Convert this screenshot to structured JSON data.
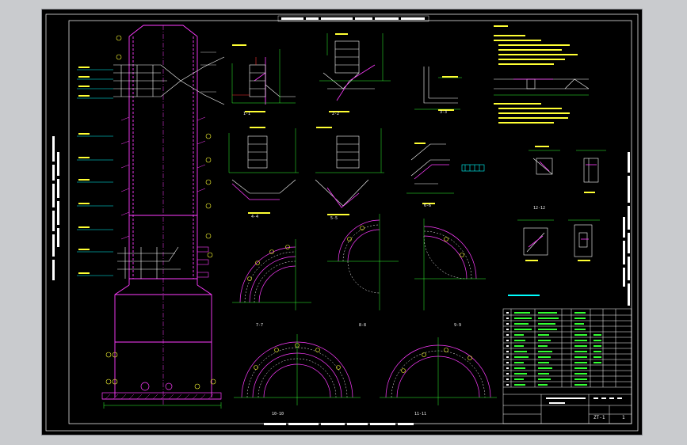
{
  "colors": {
    "background": "#000000",
    "frame": "#ffffff",
    "magenta": "#ff3cff",
    "yellow": "#ffff33",
    "cyan": "#00ffff",
    "green": "#33ff33",
    "red": "#ff3333",
    "white": "#ffffff"
  },
  "drawing": {
    "sheet_number": "ZT-1",
    "sheet_index": "1",
    "view_labels": [
      "1-1",
      "2-2",
      "3-3",
      "4-4",
      "5-5",
      "6-6",
      "7-7",
      "8-8",
      "9-9",
      "10-10",
      "11-11",
      "12-12"
    ]
  }
}
